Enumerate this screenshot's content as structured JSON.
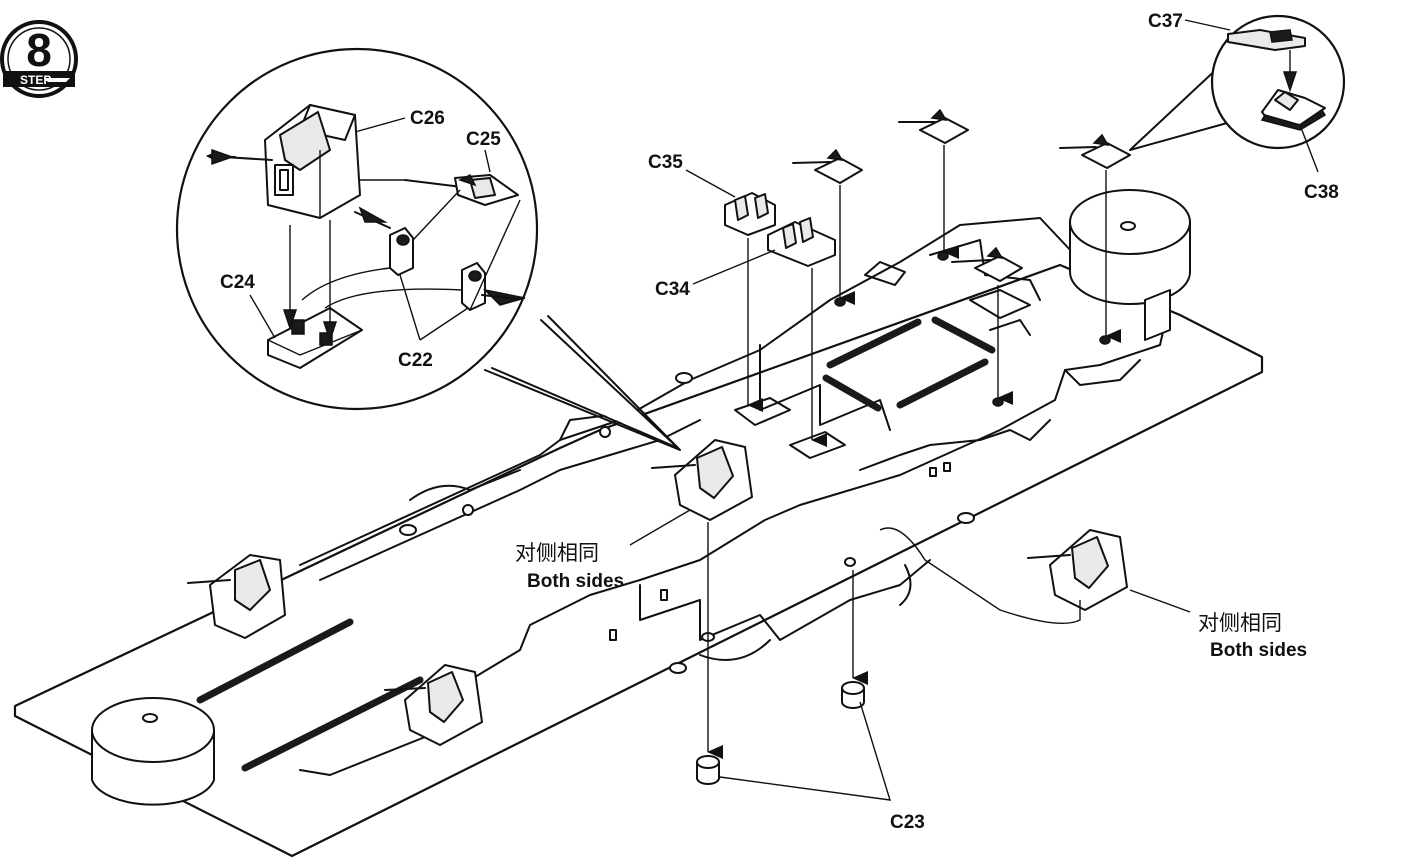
{
  "step": {
    "number": "8",
    "label": "STEP"
  },
  "parts": {
    "c22": "C22",
    "c23": "C23",
    "c24": "C24",
    "c25": "C25",
    "c26": "C26",
    "c34": "C34",
    "c35": "C35",
    "c37": "C37",
    "c38": "C38"
  },
  "notes": {
    "center_zh": "对侧相同",
    "center_en": "Both sides",
    "right_zh": "对侧相同",
    "right_en": "Both sides"
  }
}
